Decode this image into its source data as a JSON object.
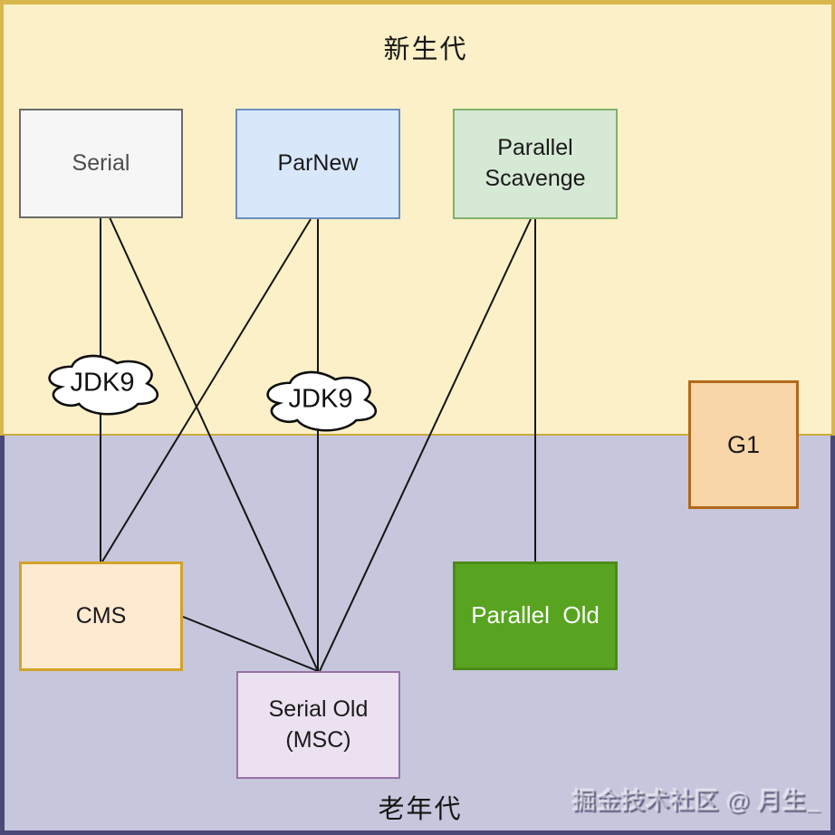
{
  "diagram": {
    "title_young": "新生代",
    "title_old": "老年代",
    "nodes": {
      "serial": {
        "label": "Serial",
        "fill": "#f6f6f6",
        "stroke": "#6b6b6b",
        "text_color": "#4d4d4d",
        "generation": "新生代"
      },
      "parnew": {
        "label": "ParNew",
        "fill": "#d9e7fb",
        "stroke": "#6c8ebf",
        "text_color": "#1a1a1a",
        "generation": "新生代"
      },
      "parallel_scavenge": {
        "label": "Parallel\nScavenge",
        "fill": "#d6e9d5",
        "stroke": "#7fb26a",
        "text_color": "#1a1a1a",
        "generation": "新生代"
      },
      "g1": {
        "label": "G1",
        "fill": "#f8d6a7",
        "stroke": "#b2691b",
        "text_color": "#1a1a1a",
        "generation": "新生代/老年代"
      },
      "cms": {
        "label": "CMS",
        "fill": "#fee9d1",
        "stroke": "#d2a32a",
        "text_color": "#1a1a1a",
        "generation": "老年代"
      },
      "serial_old": {
        "label": "Serial Old\n(MSC)",
        "fill": "#ebe1f1",
        "stroke": "#9673a6",
        "text_color": "#1a1a1a",
        "generation": "老年代"
      },
      "parallel_old": {
        "label": "Parallel  Old",
        "fill": "#58a420",
        "stroke": "#4b8c18",
        "text_color": "#ffffff",
        "generation": "老年代"
      }
    },
    "clouds": {
      "cloud1": {
        "label": "JDK9",
        "on_edge": "Serial — CMS"
      },
      "cloud2": {
        "label": "JDK9",
        "on_edge": "ParNew — Serial Old (MSC)"
      }
    },
    "edges": [
      {
        "from": "Serial",
        "to": "CMS",
        "via": "JDK9"
      },
      {
        "from": "Serial",
        "to": "Serial Old (MSC)"
      },
      {
        "from": "ParNew",
        "to": "Serial Old (MSC)",
        "via": "JDK9"
      },
      {
        "from": "ParNew",
        "to": "CMS"
      },
      {
        "from": "Parallel Scavenge",
        "to": "Parallel Old"
      },
      {
        "from": "Parallel Scavenge",
        "to": "Serial Old (MSC)"
      },
      {
        "from": "CMS",
        "to": "Serial Old (MSC)"
      }
    ],
    "regions": {
      "young": {
        "bg": "#fbf0c7",
        "border": "#d8b84c"
      },
      "old": {
        "bg": "#c6c6dc",
        "border": "#4a4875"
      }
    },
    "watermark": "掘金技术社区 @ 月生_"
  }
}
